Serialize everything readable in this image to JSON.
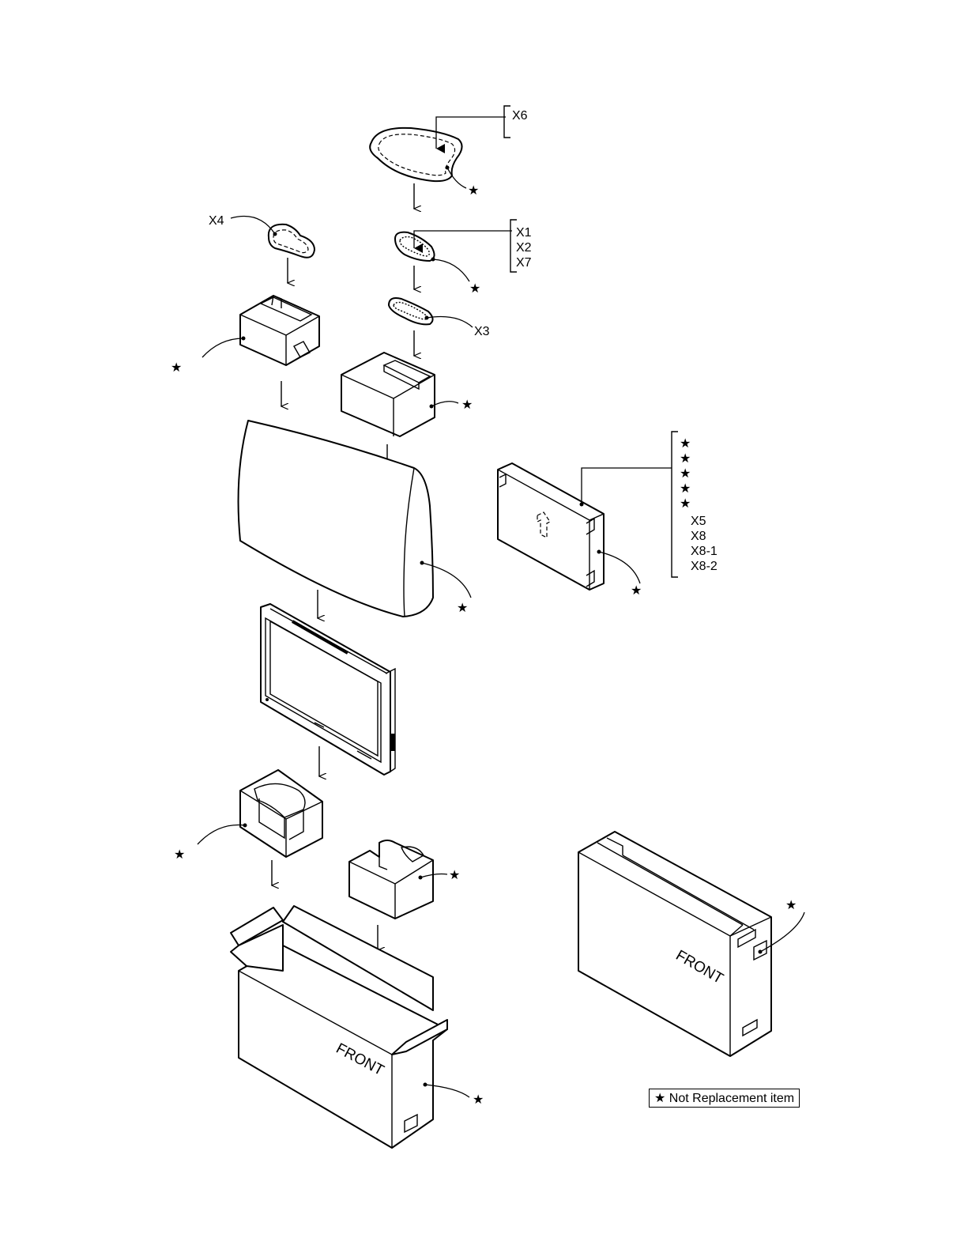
{
  "labels": {
    "x6": "X6",
    "x4": "X4",
    "x1": "X1",
    "x2": "X2",
    "x7": "X7",
    "x3": "X3",
    "x5": "X5",
    "x8": "X8",
    "x8_1": "X8-1",
    "x8_2": "X8-2"
  },
  "star": "★",
  "carton_text_open": "FRONT",
  "carton_text_closed": "FRONT",
  "legend": {
    "symbol": "★",
    "text": "Not Replacement item"
  }
}
